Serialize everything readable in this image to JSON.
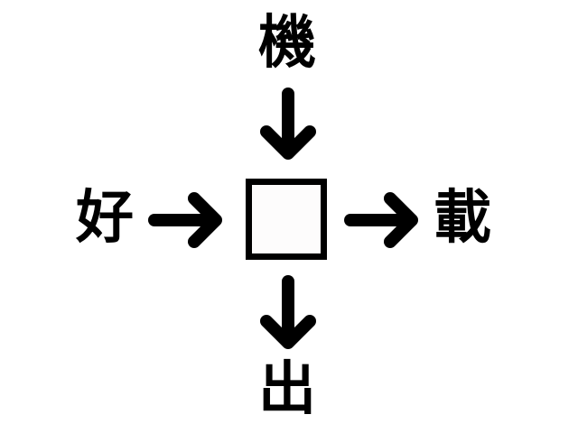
{
  "puzzle": {
    "top": "機",
    "left": "好",
    "right": "載",
    "bottom": "出",
    "answer_box": ""
  },
  "colors": {
    "ink": "#000000",
    "background": "#ffffff",
    "box_fill": "#fdfcfc"
  },
  "icons": {
    "arrow_down": "arrow-down-icon",
    "arrow_right": "arrow-right-icon"
  }
}
